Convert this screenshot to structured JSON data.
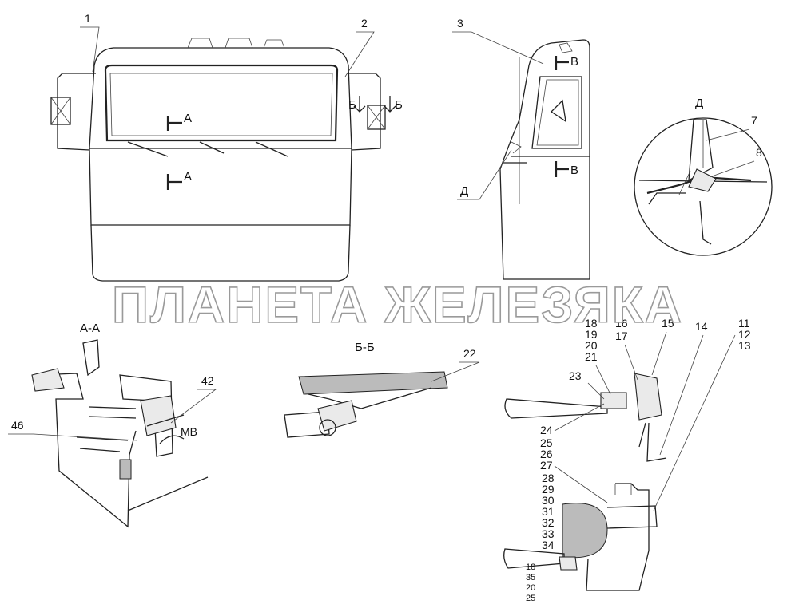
{
  "watermark": "ПЛАНЕТА ЖЕЛЕЗЯКА",
  "section_titles": {
    "aa": "А-А",
    "bb": "Б-Б"
  },
  "cut_marks": {
    "a": "А",
    "b": "Б",
    "v": "В",
    "d": "Д"
  },
  "callouts": {
    "c1": "1",
    "c2": "2",
    "c3": "3",
    "c7": "7",
    "c8": "8",
    "c11": "11",
    "c12": "12",
    "c13": "13",
    "c14": "14",
    "c15": "15",
    "c16": "16",
    "c17": "17",
    "c18": "18",
    "c19": "19",
    "c20": "20",
    "c21": "21",
    "c22": "22",
    "c23": "23",
    "c24": "24",
    "c25": "25",
    "c26": "26",
    "c27": "27",
    "c28": "28",
    "c29": "29",
    "c30": "30",
    "c31": "31",
    "c32": "32",
    "c33": "33",
    "c34": "34",
    "c35": "35",
    "c42": "42",
    "c46": "46",
    "mv": "МВ"
  }
}
